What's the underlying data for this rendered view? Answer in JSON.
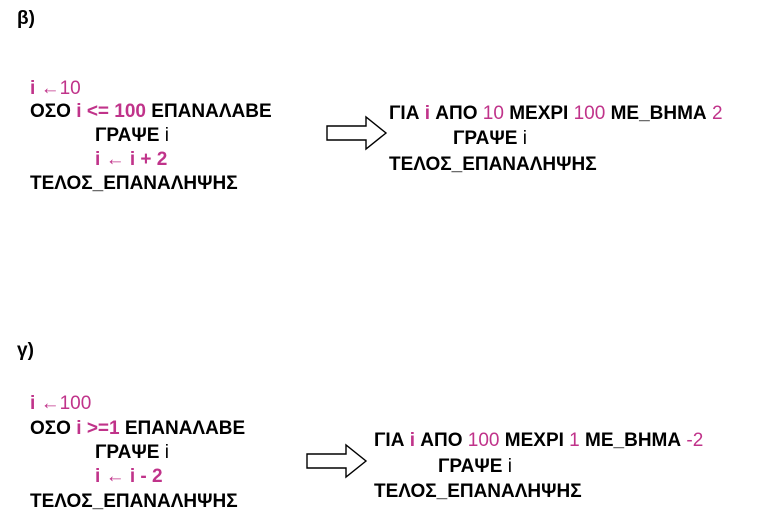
{
  "section_b": {
    "label": "β)",
    "while_loop": {
      "line1": {
        "var": "i",
        "arrow": "←",
        "value": "10"
      },
      "line2": {
        "kw1": "ΟΣΟ",
        "var": "i",
        "op": "<=",
        "value": "100",
        "kw2": "ΕΠΑΝΑΛΑΒΕ"
      },
      "line3": {
        "kw": "ΓΡΑΨΕ",
        "var": "i"
      },
      "line4": {
        "var": "i",
        "arrow": "←",
        "expr": "i + 2"
      },
      "line5": {
        "kw": "ΤΕΛΟΣ_ΕΠΑΝΑΛΗΨΗΣ"
      }
    },
    "for_loop": {
      "line1": {
        "kw1": "ΓΙΑ",
        "var": "i",
        "kw2": "ΑΠΟ",
        "from": "10",
        "kw3": "ΜΕΧΡΙ",
        "to": "100",
        "kw4": "ΜΕ_ΒΗΜΑ",
        "step": "2"
      },
      "line2": {
        "kw": "ΓΡΑΨΕ",
        "var": "i"
      },
      "line3": {
        "kw": "ΤΕΛΟΣ_ΕΠΑΝΑΛΗΨΗΣ"
      }
    }
  },
  "section_g": {
    "label": "γ)",
    "while_loop": {
      "line1": {
        "var": "i",
        "arrow": "←",
        "value": "100"
      },
      "line2": {
        "kw1": "ΟΣΟ",
        "var": "i",
        "op": ">=1",
        "kw2": "ΕΠΑΝΑΛΑΒΕ"
      },
      "line3": {
        "kw": "ΓΡΑΨΕ",
        "var": "i"
      },
      "line4": {
        "var": "i",
        "arrow": "←",
        "expr": "i - 2"
      },
      "line5": {
        "kw": "ΤΕΛΟΣ_ΕΠΑΝΑΛΗΨΗΣ"
      }
    },
    "for_loop": {
      "line1": {
        "kw1": "ΓΙΑ",
        "var": "i",
        "kw2": "ΑΠΟ",
        "from": "100",
        "kw3": "ΜΕΧΡΙ",
        "to": "1",
        "kw4": "ΜΕ_ΒΗΜΑ",
        "step": "-2"
      },
      "line2": {
        "kw": "ΓΡΑΨΕ",
        "var": "i"
      },
      "line3": {
        "kw": "ΤΕΛΟΣ_ΕΠΑΝΑΛΗΨΗΣ"
      }
    }
  },
  "colors": {
    "accent_magenta": "#c0338a",
    "text": "#000000",
    "arrow_stroke": "#000000"
  },
  "icons": {
    "transform_arrow": "right-arrow-icon"
  }
}
